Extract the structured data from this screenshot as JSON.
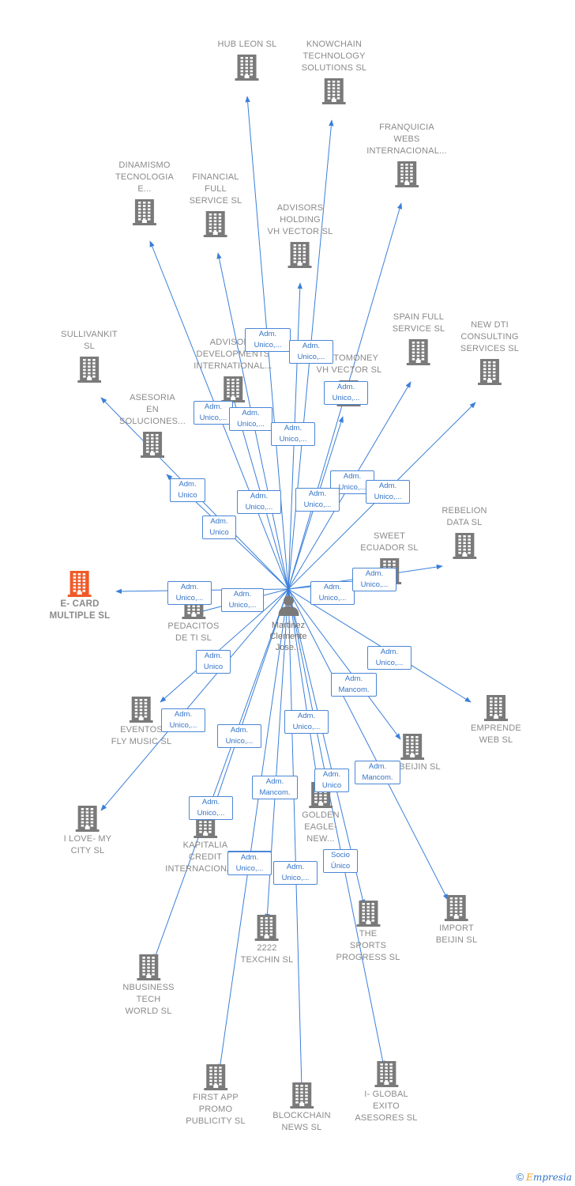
{
  "center": {
    "name": "Martinez\nClemente\nJose..."
  },
  "companies": [
    {
      "id": "ecard",
      "name": "E- CARD\nMULTIPLE  SL",
      "focus": true
    },
    {
      "id": "hubleon",
      "name": "HUB LEON  SL"
    },
    {
      "id": "knowchain",
      "name": "KNOWCHAIN\nTECHNOLOGY\nSOLUTIONS  SL"
    },
    {
      "id": "franquicia",
      "name": "FRANQUICIA\nWEBS\nINTERNACIONAL..."
    },
    {
      "id": "dinamismo",
      "name": "DINAMISMO\nTECNOLOGIA\nE..."
    },
    {
      "id": "financial",
      "name": "FINANCIAL\nFULL\nSERVICE  SL"
    },
    {
      "id": "advholding",
      "name": "ADVISORS\nHOLDING\nVH VECTOR  SL"
    },
    {
      "id": "sullivankit",
      "name": "SULLIVANKIT\nSL"
    },
    {
      "id": "advdev",
      "name": "ADVISORS\nDEVELOPMENTS\nINTERNATIONAL..."
    },
    {
      "id": "cryptomoney",
      "name": "...PTOMONEY\nVH VECTOR  SL"
    },
    {
      "id": "spainfull",
      "name": "SPAIN FULL\nSERVICE  SL"
    },
    {
      "id": "newdti",
      "name": "NEW DTI\nCONSULTING\nSERVICES  SL"
    },
    {
      "id": "asesoria",
      "name": "ASESORIA\nEN\nSOLUCIONES..."
    },
    {
      "id": "rebelion",
      "name": "REBELION\nDATA  SL"
    },
    {
      "id": "sweet",
      "name": "SWEET\nECUADOR  SL"
    },
    {
      "id": "pedacitos",
      "name": "PEDACITOS\nDE TI  SL"
    },
    {
      "id": "emprende",
      "name": "EMPRENDE\nWEB  SL"
    },
    {
      "id": "eventos",
      "name": "EVENTOS\nFLY MUSIC  SL"
    },
    {
      "id": "mbeijin",
      "name": "...MBEIJIN SL"
    },
    {
      "id": "ilovemy",
      "name": "I LOVE- MY\nCITY  SL"
    },
    {
      "id": "kapitalia",
      "name": "KAPITALIA\nCREDIT\nINTERNACIONAL..."
    },
    {
      "id": "golden",
      "name": "GOLDEN\nEAGLE-\nNEW..."
    },
    {
      "id": "importbeijin",
      "name": "IMPORT\nBEIJIN SL"
    },
    {
      "id": "sports",
      "name": "THE\nSPORTS\nPROGRESS  SL"
    },
    {
      "id": "texchin",
      "name": "2222\nTEXCHIN SL"
    },
    {
      "id": "nbusiness",
      "name": "NBUSINESS\nTECH\nWORLD  SL"
    },
    {
      "id": "firstapp",
      "name": "FIRST APP\nPROMO\nPUBLICITY  SL"
    },
    {
      "id": "blockchain",
      "name": "BLOCKCHAIN\nNEWS  SL"
    },
    {
      "id": "iglobal",
      "name": "I- GLOBAL\nEXITO\nASESORES  SL"
    }
  ],
  "roles": [
    "Adm.\nUnico,...",
    "Adm.\nUnico,...",
    "Adm.\nUnico,...",
    "Adm.\nUnico,...",
    "Adm.\nUnico,...",
    "Adm.\nUnico,...",
    "Adm.\nUnico,...",
    "Adm.\nUnico,...",
    "Adm.\nUnico,...",
    "Adm.\nUnico,...",
    "Adm.\nUnico",
    "Adm.\nUnico",
    "Adm.\nUnico,...",
    "Adm.\nUnico,...",
    "Adm.\nUnico,...",
    "Adm.\nUnico,...",
    "Adm.\nUnico,...",
    "Adm.\nUnico",
    "Adm.\nUnico,...",
    "Adm.\nMancom.",
    "Adm.\nUnico,...",
    "Adm.\nUnico,...",
    "Adm.\nUnico,...",
    "Adm.\nMancom.",
    "Adm.\nUnico",
    "Adm.\nMancom.",
    "Adm.\nUnico,...",
    "Adm.\nUnico,...",
    "Adm.\nUnico,...",
    "Socio\nÚnico"
  ],
  "colors": {
    "edge": "#3a7fd9",
    "building": "#7a7a7a",
    "focus": "#f05a28",
    "label": "#8a8a8a"
  },
  "footer": {
    "copyright": "©",
    "brand_first": "E",
    "brand_rest": "mpresia"
  }
}
